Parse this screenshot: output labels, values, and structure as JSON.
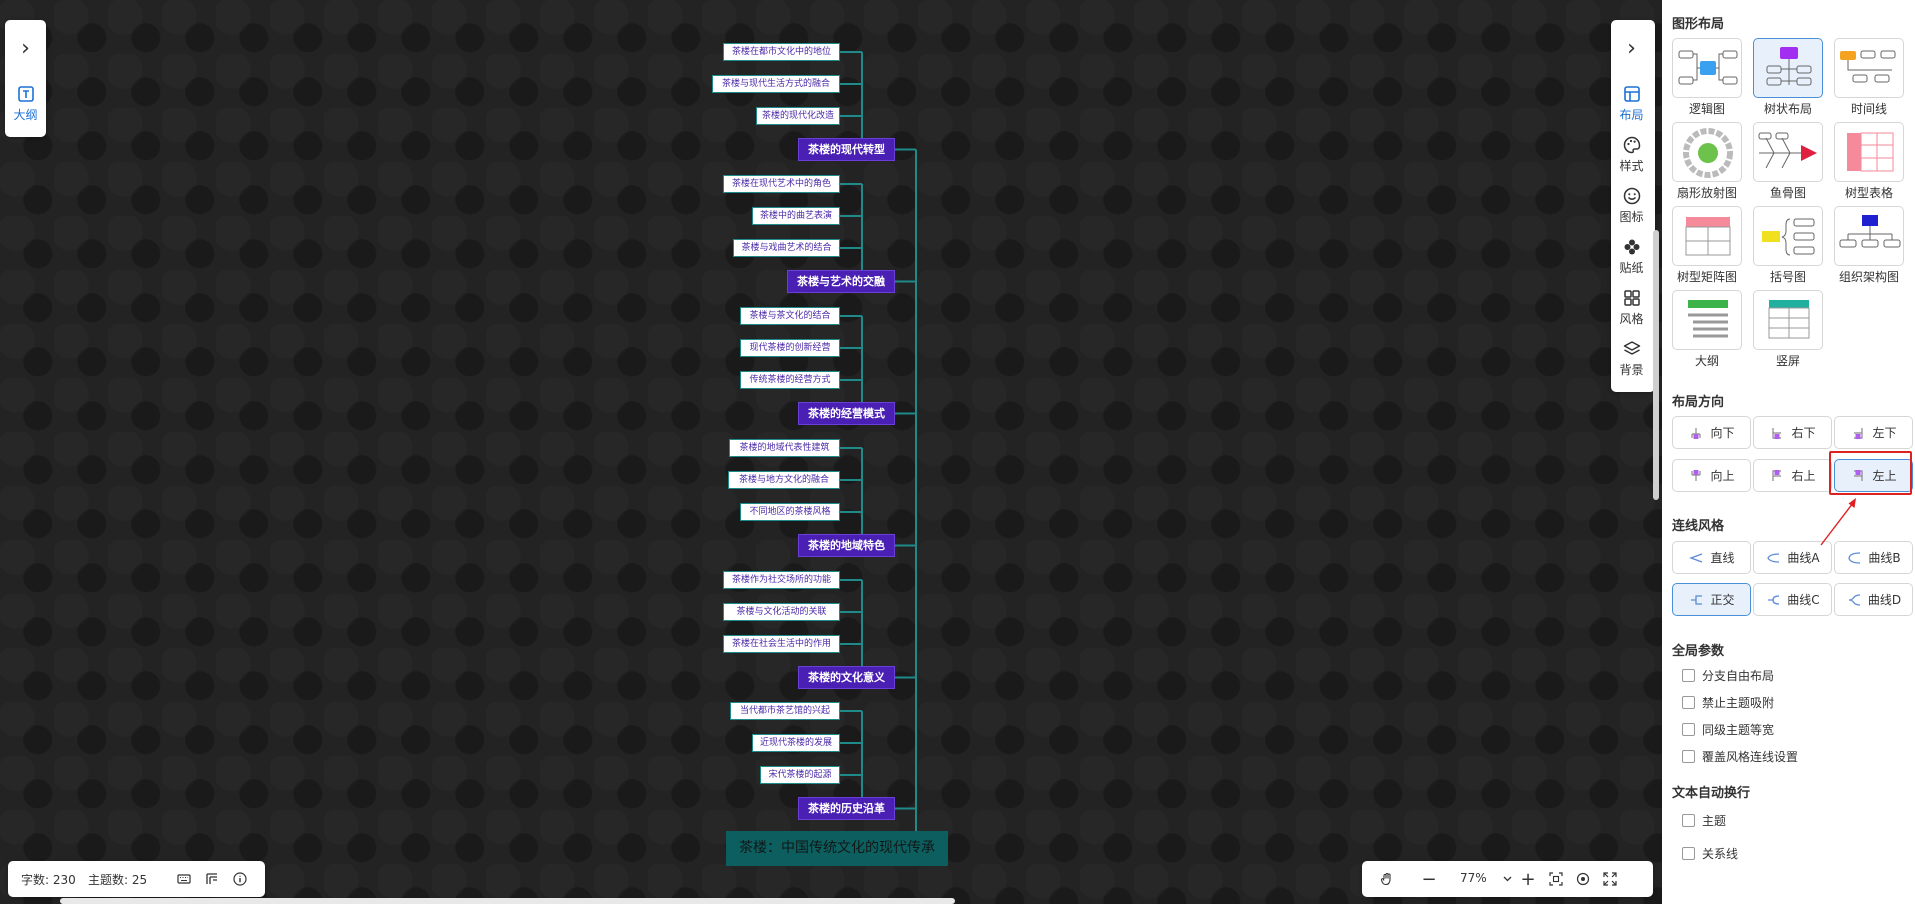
{
  "left_panel": {
    "outline_label": "大纲"
  },
  "right_strip": {
    "tools": [
      {
        "label": "布局",
        "icon": "layout-icon",
        "active": true
      },
      {
        "label": "样式",
        "icon": "palette-icon",
        "active": false
      },
      {
        "label": "图标",
        "icon": "smiley-icon",
        "active": false
      },
      {
        "label": "贴纸",
        "icon": "sticker-icon",
        "active": false
      },
      {
        "label": "风格",
        "icon": "grid-style-icon",
        "active": false
      },
      {
        "label": "背景",
        "icon": "layers-icon",
        "active": false
      }
    ]
  },
  "mindmap": {
    "root": "茶楼：中国传统文化的现代传承",
    "branches": [
      {
        "title": "茶楼的现代转型",
        "children": [
          "茶楼在都市文化中的地位",
          "茶楼与现代生活方式的融合",
          "茶楼的现代化改造"
        ]
      },
      {
        "title": "茶楼与艺术的交融",
        "children": [
          "茶楼在现代艺术中的角色",
          "茶楼中的曲艺表演",
          "茶楼与戏曲艺术的结合"
        ]
      },
      {
        "title": "茶楼的经营模式",
        "children": [
          "茶楼与茶文化的结合",
          "现代茶楼的创新经营",
          "传统茶楼的经营方式"
        ]
      },
      {
        "title": "茶楼的地域特色",
        "children": [
          "茶楼的地域代表性建筑",
          "茶楼与地方文化的融合",
          "不同地区的茶楼风格"
        ]
      },
      {
        "title": "茶楼的文化意义",
        "children": [
          "茶楼作为社交场所的功能",
          "茶楼与文化活动的关联",
          "茶楼在社会生活中的作用"
        ]
      },
      {
        "title": "茶楼的历史沿革",
        "children": [
          "当代都市茶艺馆的兴起",
          "近现代茶楼的发展",
          "宋代茶楼的起源"
        ]
      }
    ]
  },
  "status": {
    "word_count": "字数: 230",
    "topic_count": "主题数: 25"
  },
  "zoom": {
    "value": "77%"
  },
  "settings": {
    "layout_title": "图形布局",
    "layouts": [
      {
        "label": "逻辑图",
        "selected": false
      },
      {
        "label": "树状布局",
        "selected": true
      },
      {
        "label": "时间线",
        "selected": false
      },
      {
        "label": "扇形放射图",
        "selected": false
      },
      {
        "label": "鱼骨图",
        "selected": false
      },
      {
        "label": "树型表格",
        "selected": false
      },
      {
        "label": "树型矩阵图",
        "selected": false
      },
      {
        "label": "括号图",
        "selected": false
      },
      {
        "label": "组织架构图",
        "selected": false
      },
      {
        "label": "大纲",
        "selected": false
      },
      {
        "label": "竖屏",
        "selected": false
      }
    ],
    "direction_title": "布局方向",
    "directions": [
      {
        "label": "向下",
        "selected": false
      },
      {
        "label": "右下",
        "selected": false
      },
      {
        "label": "左下",
        "selected": false
      },
      {
        "label": "向上",
        "selected": false
      },
      {
        "label": "右上",
        "selected": false
      },
      {
        "label": "左上",
        "selected": true
      }
    ],
    "line_title": "连线风格",
    "line_styles": [
      {
        "label": "直线",
        "selected": false
      },
      {
        "label": "曲线A",
        "selected": false
      },
      {
        "label": "曲线B",
        "selected": false
      },
      {
        "label": "正交",
        "selected": true
      },
      {
        "label": "曲线C",
        "selected": false
      },
      {
        "label": "曲线D",
        "selected": false
      }
    ],
    "global_title": "全局参数",
    "global_options": [
      "分支自由布局",
      "禁止主题吸附",
      "同级主题等宽",
      "覆盖风格连线设置"
    ],
    "wrap_title": "文本自动换行",
    "wrap_options": [
      "主题",
      "关系线"
    ]
  },
  "colors": {
    "canvas_bg": "#232323",
    "connector": "#1f8a8a",
    "main_node": "#4a1fb3",
    "root_node": "#0d5e5e",
    "accent": "#1d6fd6",
    "highlight": "#dd2222"
  }
}
